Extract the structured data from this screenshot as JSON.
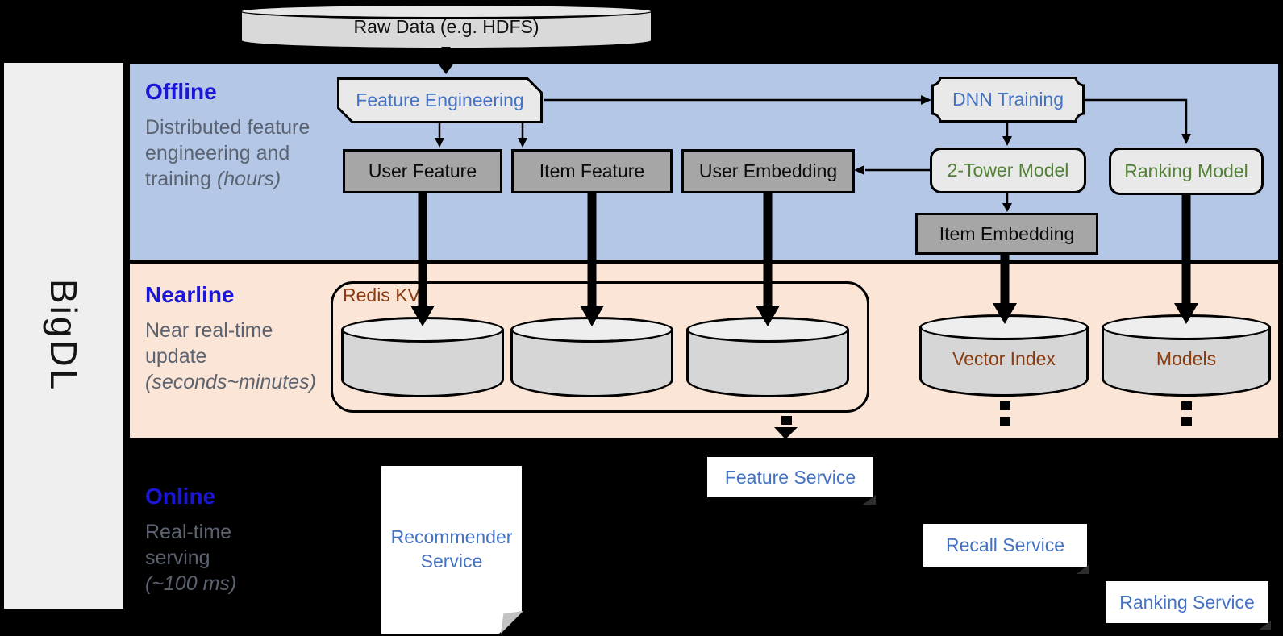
{
  "brand": {
    "name": "BigDL"
  },
  "source": {
    "raw_data_label": "Raw Data (e.g. HDFS)"
  },
  "bands": {
    "offline": {
      "title": "Offline",
      "subtitle": "Distributed feature engineering and training",
      "subtitle_note": "(hours)"
    },
    "nearline": {
      "title": "Nearline",
      "subtitle": "Near real-time update",
      "subtitle_note": "(seconds~minutes)"
    },
    "online": {
      "title": "Online",
      "subtitle": "Real-time serving",
      "subtitle_note": "(~100 ms)"
    }
  },
  "offline_nodes": {
    "feature_engineering": "Feature Engineering",
    "dnn_training": "DNN Training",
    "user_feature": "User Feature",
    "item_feature": "Item Feature",
    "user_embedding": "User Embedding",
    "two_tower_model": "2-Tower Model",
    "ranking_model": "Ranking Model",
    "item_embedding": "Item Embedding"
  },
  "nearline_nodes": {
    "redis_kv": "Redis KV",
    "vector_index": "Vector Index",
    "models": "Models"
  },
  "online_nodes": {
    "recommender_service": "Recommender Service",
    "feature_service": "Feature Service",
    "recall_service": "Recall Service",
    "ranking_service": "Ranking Service"
  },
  "colors": {
    "offline_band": "#b4c7e7",
    "nearline_band": "#fbe5d6",
    "online_band": "#000000",
    "band_title_blue": "#1b15d6",
    "node_text_blue": "#4472c4",
    "node_text_green": "#538135",
    "node_text_brown": "#8a3b10",
    "gray_node_fill": "#a6a6a6",
    "light_node_fill": "#e9e9e9"
  }
}
